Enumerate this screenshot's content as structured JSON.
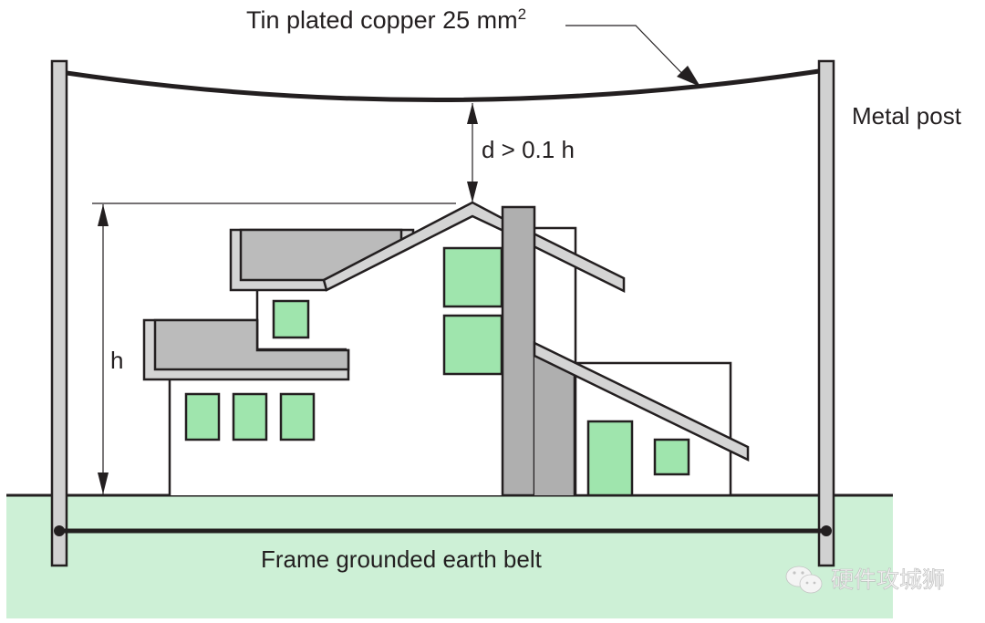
{
  "labels": {
    "conductor": "Tin plated copper 25 mm",
    "conductor_superscript": "2",
    "metal_post": "Metal post",
    "clearance": "d > 0.1 h",
    "height": "h",
    "earth_belt": "Frame grounded earth belt"
  },
  "watermark": {
    "icon": "wechat-icon",
    "text": "硬件攻城狮"
  },
  "colors": {
    "ground": "#cdf0d6",
    "window": "#9fe5ad",
    "post": "#d1d1d1",
    "roof_light": "#d4d4d4",
    "roof_dark": "#bbbbbb",
    "chimney": "#afafaf",
    "stroke": "#231f20"
  }
}
